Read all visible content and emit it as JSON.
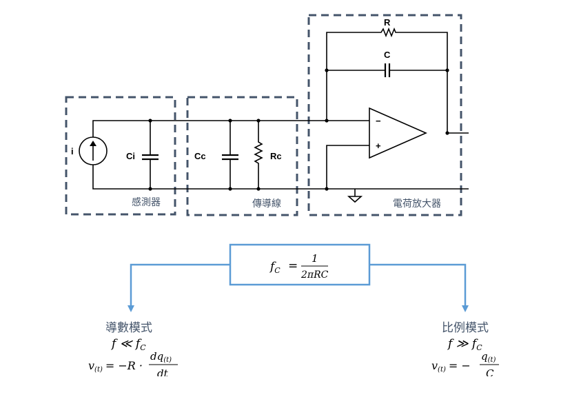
{
  "circuit": {
    "source_label": "i",
    "ci_label": "Ci",
    "cc_label": "Cc",
    "rc_label": "Rc",
    "r_label": "R",
    "c_label": "C",
    "minus": "−",
    "plus": "+",
    "sensor_label": "感測器",
    "cable_label": "傳導線",
    "amp_label": "電荷放大器"
  },
  "formula": {
    "lhs": "f",
    "sub": "C",
    "eq": "=",
    "num": "1",
    "den": "2πRC"
  },
  "modes": [
    {
      "title": "導數模式",
      "cond": "f ≪ f",
      "cond_sub": "C",
      "eq_lhs": "v",
      "eq_sub": "(t)",
      "eq_mid": "= −R ·",
      "frac_num": "dq",
      "frac_num_sub": "(t)",
      "frac_den": "dt"
    },
    {
      "title": "比例模式",
      "cond": "f ≫ f",
      "cond_sub": "C",
      "eq_lhs": "v",
      "eq_sub": "(t)",
      "eq_mid": "= −",
      "frac_num": "q",
      "frac_num_sub": "(t)",
      "frac_den": "C"
    }
  ],
  "colors": {
    "box_dash": "#44546a",
    "arrow": "#5b9bd5"
  }
}
